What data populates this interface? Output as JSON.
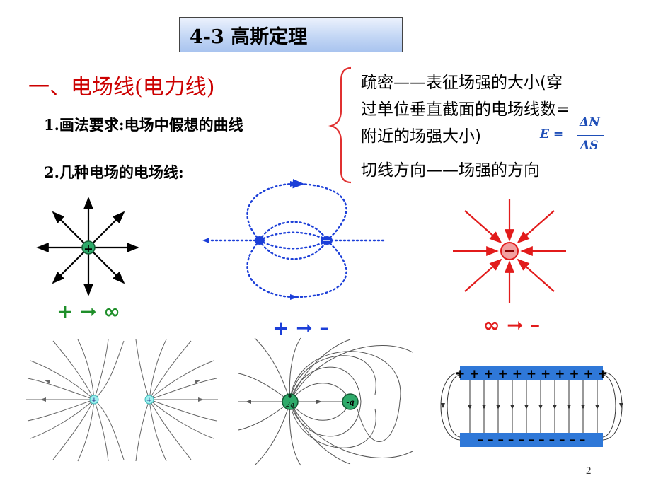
{
  "title": "4-3  高斯定理",
  "heading": "一、电场线(电力线)",
  "items": [
    "1.画法要求:电场中假想的曲线",
    "2.几种电场的电场线:"
  ],
  "brace_lines": [
    "疏密——表征场强的大小(穿",
    "过单位垂直截面的电场线数=",
    "附近的场强大小)",
    "切线方向——场强的方向"
  ],
  "formula": {
    "lhs": "E =",
    "numerator": "ΔN",
    "denominator": "ΔS"
  },
  "labels": {
    "positive_to_infinity": "+ ➞ ∞",
    "positive_to_negative": "+ ➞ –",
    "infinity_to_negative": "∞ ➞ –"
  },
  "charges": {
    "positive": "+",
    "negative": "–",
    "charge_2q": "2q",
    "charge_neg_q": "-q"
  },
  "plates": {
    "top_signs": "+ + + + + + + + + + +",
    "bottom_signs": "– – – – – – – – – – –"
  },
  "colors": {
    "heading": "#cc0000",
    "positive_label": "#1f8f2a",
    "dipole_label": "#1c3fd8",
    "negative_label": "#e21b1b",
    "plate": "#2f78d8"
  },
  "page_number": "2"
}
